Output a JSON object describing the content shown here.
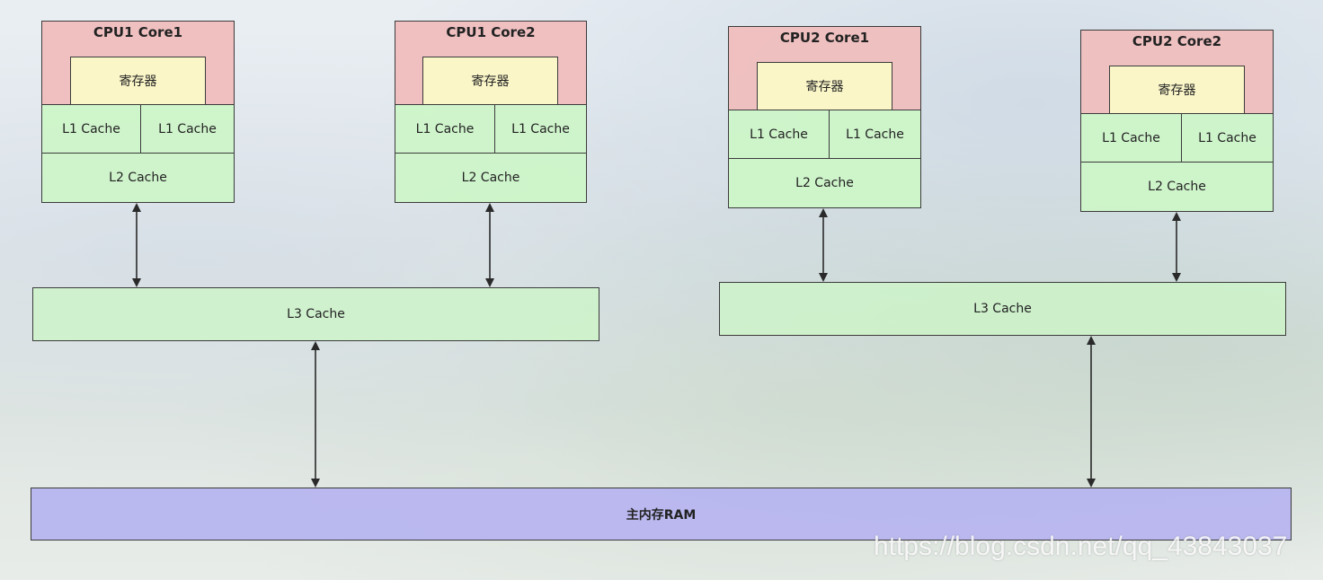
{
  "cpus": [
    {
      "title": "CPU1 Core1",
      "register": "寄存器",
      "l1a": "L1  Cache",
      "l1b": "L1 Cache",
      "l2": "L2  Cache"
    },
    {
      "title": "CPU1 Core2",
      "register": "寄存器",
      "l1a": "L1 Cache",
      "l1b": "L1 Cache",
      "l2": "L2 Cache"
    },
    {
      "title": "CPU2 Core1",
      "register": "寄存器",
      "l1a": "L1  Cache",
      "l1b": "L1  Cache",
      "l2": "L2  Cache"
    },
    {
      "title": "CPU2 Core2",
      "register": "寄存器",
      "l1a": "L1 Cache",
      "l1b": "L1 Cache",
      "l2": "L2 Cache"
    }
  ],
  "l3": [
    "L3  Cache",
    "L3  Cache"
  ],
  "ram": "主内存RAM",
  "watermark": "https://blog.csdn.net/qq_43843037"
}
